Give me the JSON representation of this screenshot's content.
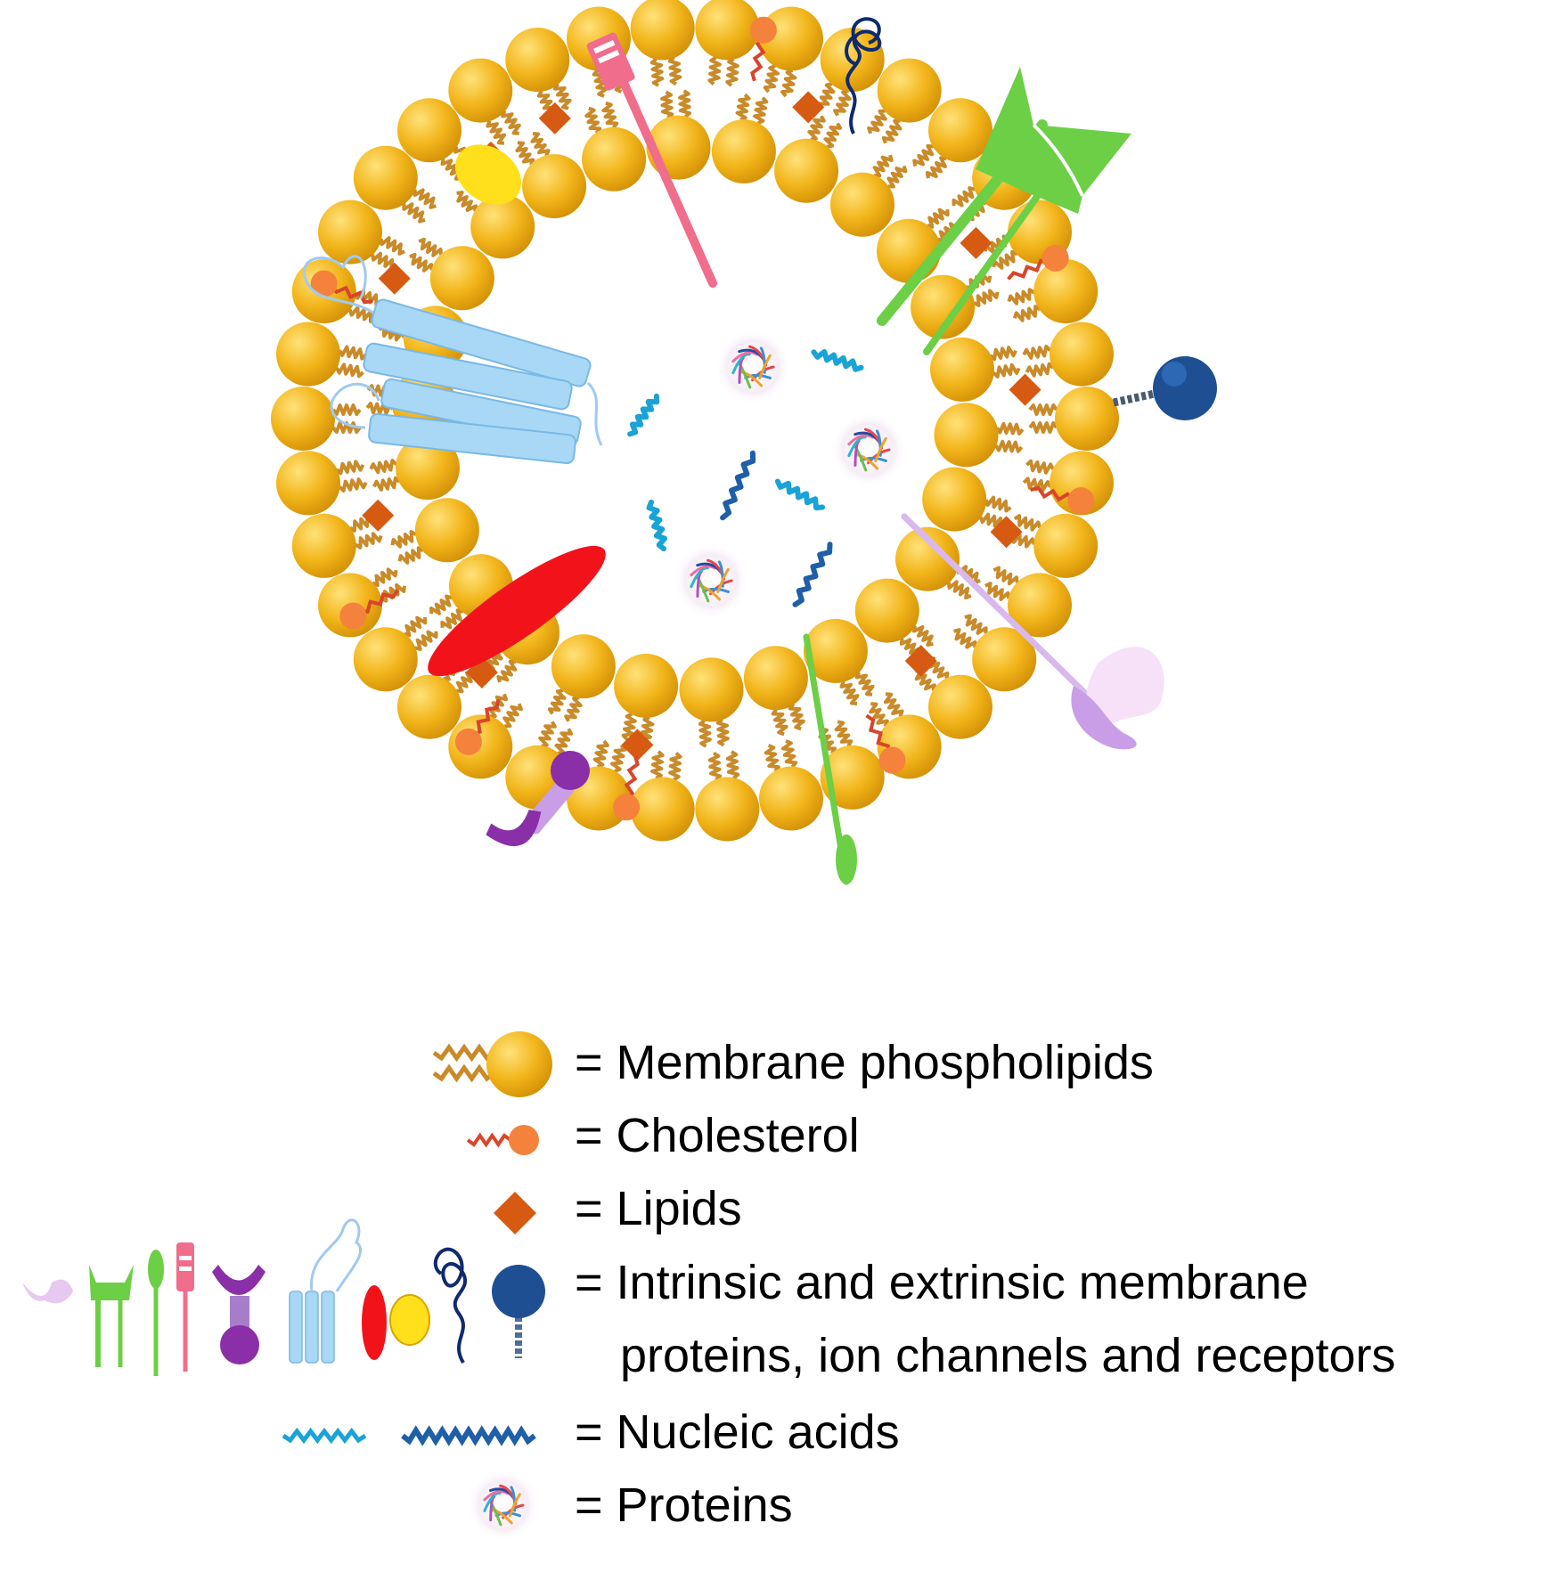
{
  "colors": {
    "head": "#f2b51a",
    "head_highlight": "#ffe27a",
    "tail": "#c98a2a",
    "cholesterol_head": "#f4823c",
    "cholesterol_tail": "#d9452a",
    "lipid": "#d65a12",
    "nucleic_light": "#1aa3d6",
    "nucleic_dark": "#1f5fa8",
    "channel": "#a8d8f5",
    "pink": "#f06d8c",
    "green": "#6ccf45",
    "yellow": "#ffe01a",
    "red": "#f2131a",
    "purple": "#8a2fa8",
    "lilac": "#c99ee6",
    "navy": "#0f2a6e",
    "blue_protein": "#1e4f92"
  },
  "legend": [
    {
      "icon": "phospholipid-icon",
      "lines": [
        "= Membrane phospholipids"
      ]
    },
    {
      "icon": "cholesterol-icon",
      "lines": [
        "= Cholesterol"
      ]
    },
    {
      "icon": "lipid-icon",
      "lines": [
        "= Lipids"
      ]
    },
    {
      "icon": "membrane-proteins-icon",
      "lines": [
        "= Intrinsic and extrinsic membrane",
        "proteins, ion channels and receptors"
      ]
    },
    {
      "icon": "nucleic-acids-icon",
      "lines": [
        "= Nucleic acids"
      ]
    },
    {
      "icon": "protein-cluster-icon",
      "lines": [
        "= Proteins"
      ]
    }
  ]
}
